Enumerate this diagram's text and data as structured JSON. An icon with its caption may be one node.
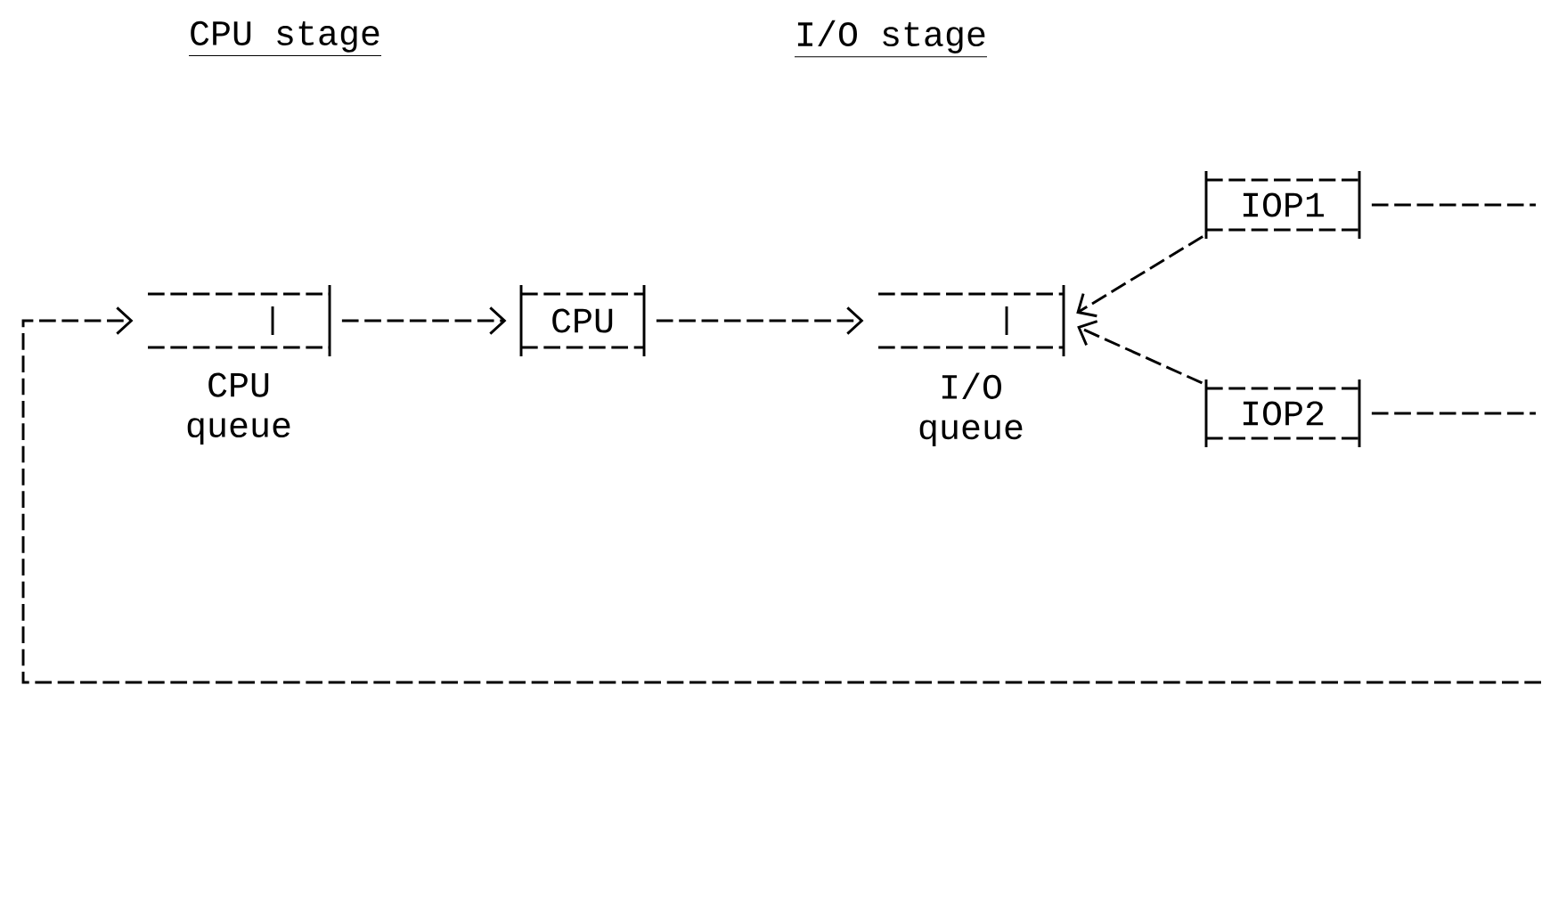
{
  "diagram": {
    "nodes": [
      {
        "text": [
          "CPU queue"
        ]
      },
      {
        "text": [
          "CPU"
        ]
      },
      {
        "text": [
          "I/O queue"
        ]
      },
      {
        "text": [
          "IOP1"
        ]
      },
      {
        "text": [
          "IOP2"
        ]
      }
    ],
    "edges": [
      {
        "from": null,
        "to": 0,
        "arrow": "to"
      },
      {
        "from": 0,
        "to": 1,
        "arrow": "to"
      },
      {
        "from": 1,
        "to": 2,
        "arrow": "to"
      },
      {
        "from": 3,
        "to": 2,
        "arrow": "to"
      },
      {
        "from": 4,
        "to": 2,
        "arrow": "to"
      },
      {
        "from": 3,
        "to": null,
        "arrow": "none"
      },
      {
        "from": 4,
        "to": null,
        "arrow": "none"
      }
    ],
    "labels": [
      "CPU stage",
      "I/O stage"
    ]
  }
}
